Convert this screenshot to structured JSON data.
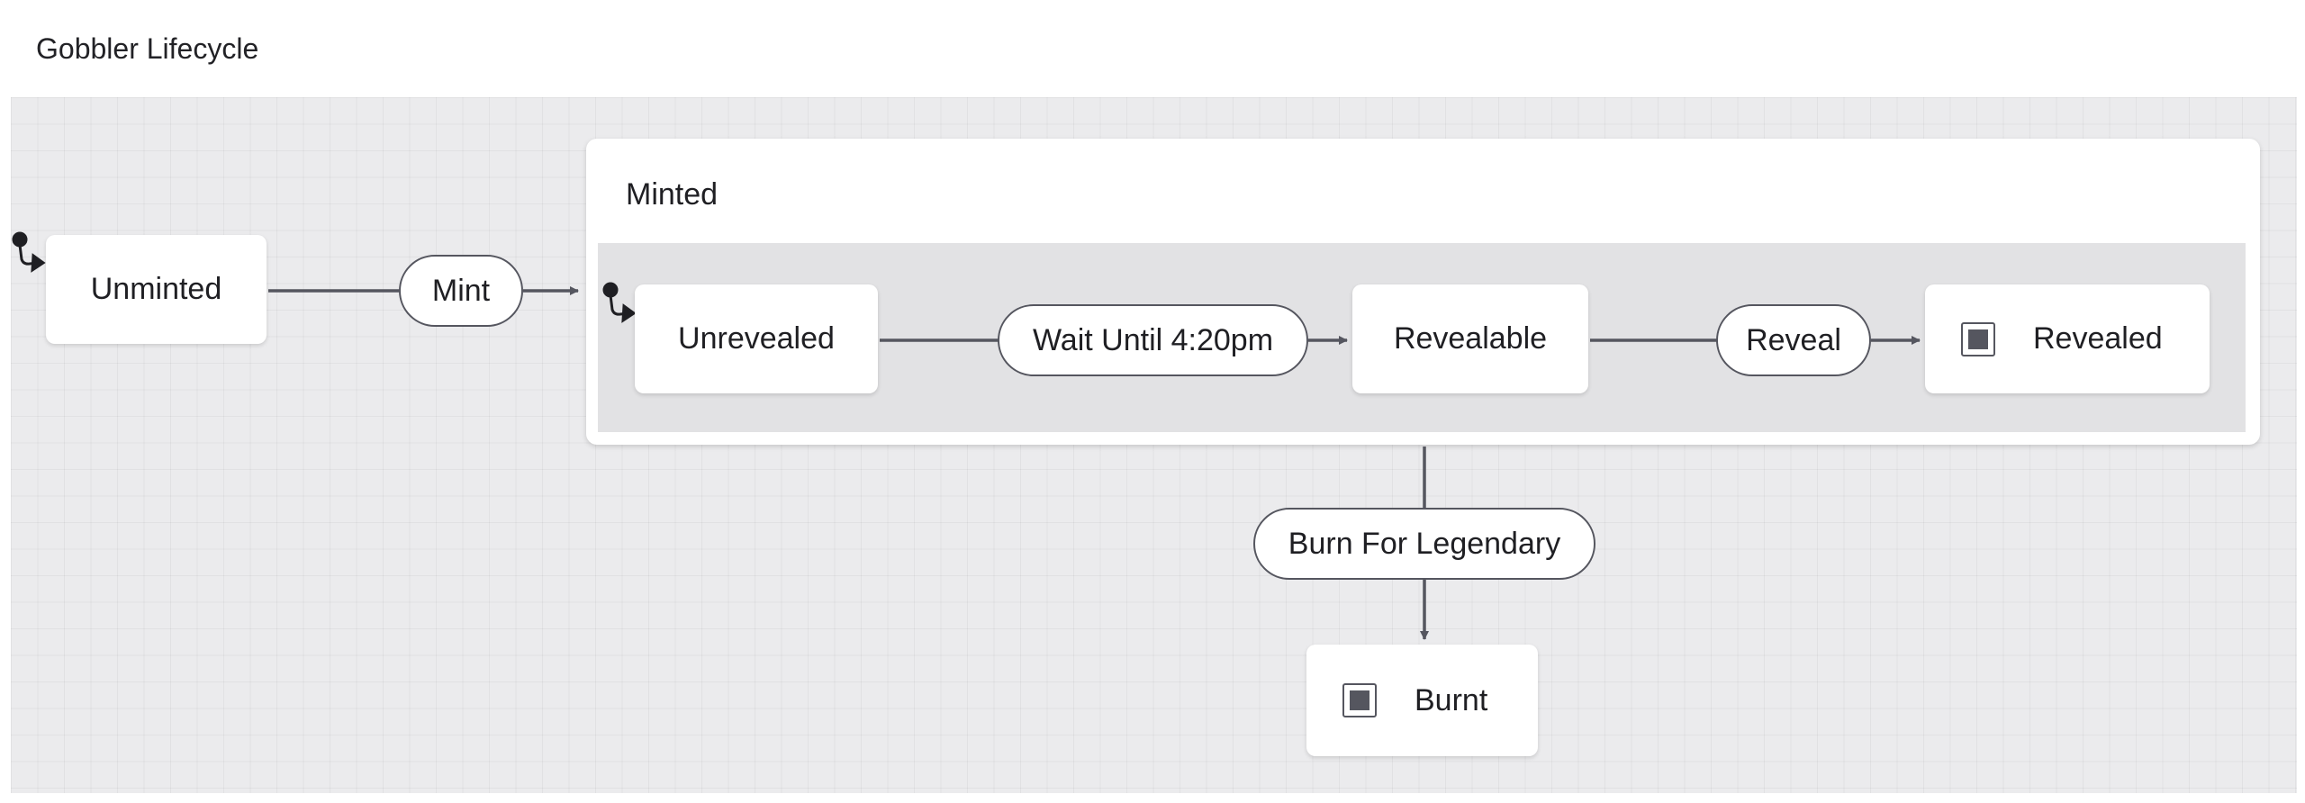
{
  "diagram": {
    "title": "Gobbler Lifecycle",
    "states": {
      "unminted": "Unminted",
      "minted": "Minted",
      "unrevealed": "Unrevealed",
      "revealable": "Revealable",
      "revealed": "Revealed",
      "burnt": "Burnt"
    },
    "events": {
      "mint": "Mint",
      "wait": "Wait Until 4:20pm",
      "reveal": "Reveal",
      "burn": "Burn For Legendary"
    },
    "colors": {
      "canvas": "#ebebed",
      "node": "#ffffff",
      "edge": "#55565f",
      "compound_body": "#e2e2e4"
    }
  }
}
